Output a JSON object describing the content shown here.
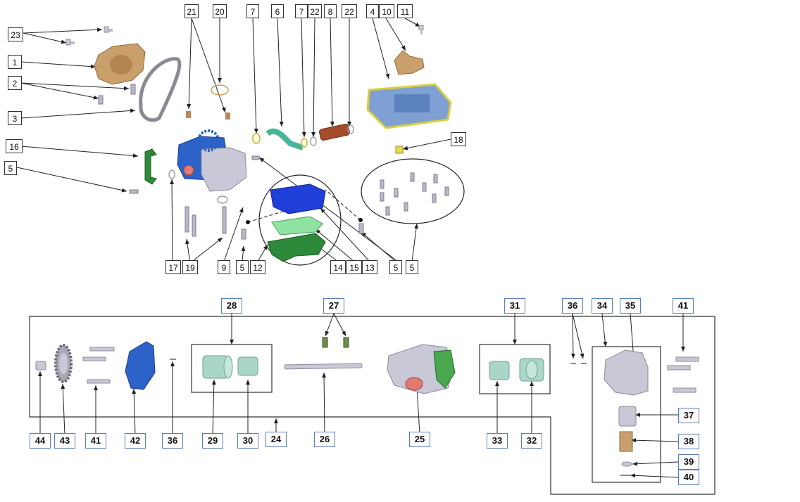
{
  "top_labels": [
    "21",
    "20",
    "7",
    "6",
    "7",
    "22",
    "8",
    "22",
    "4",
    "10",
    "11",
    "23",
    "1",
    "2",
    "3",
    "16",
    "5",
    "18",
    "17",
    "19",
    "9",
    "5",
    "12",
    "14",
    "15",
    "13",
    "5",
    "5"
  ],
  "bottom_labels": [
    "28",
    "27",
    "31",
    "36",
    "34",
    "35",
    "41",
    "44",
    "43",
    "41",
    "42",
    "36",
    "29",
    "30",
    "24",
    "26",
    "25",
    "33",
    "32",
    "37",
    "38",
    "39",
    "40"
  ],
  "colors": {
    "housing": "#2d63c8",
    "cover": "#c9a06b",
    "filter_blue": "#1f3fd8",
    "filter_green": "#8ee3a0",
    "gasket": "#2c8a3a",
    "bolt": "#b9b9c9",
    "body_grey": "#b8b8c8",
    "bush": "#a9d6c9",
    "yellow": "#e8d94a"
  }
}
